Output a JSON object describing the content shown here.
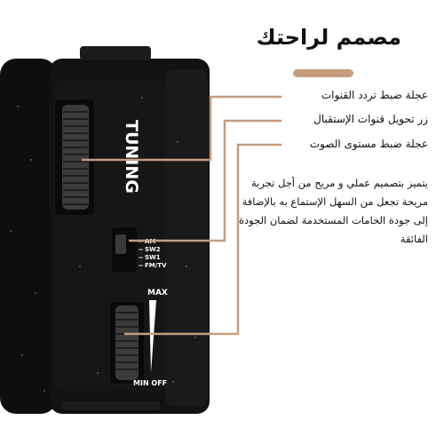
{
  "heading": "مصمم لراحتك",
  "features": [
    "عجلة ضبط تردد القنوات",
    "زر تحويل قنوات الإستقبال",
    "عجلة ضبط مستوى الصوت"
  ],
  "description": "يتميز بتصميم عملي و مريح من أجل تجربة مريحة تجعل من السهل الإستماع به بالإضافة إلى جودة الخامات المستخدمة لضمان الجودة الفائقة",
  "device": {
    "tuning_label": "TUNING",
    "band_labels": [
      "AM",
      "SW2",
      "SW1",
      "FM/TV"
    ],
    "max_label": "MAX",
    "min_off_label": "MIN OFF"
  },
  "colors": {
    "accent": "#c59d7e",
    "radio_body": "#111111",
    "callout_line": "#c59d7e"
  }
}
